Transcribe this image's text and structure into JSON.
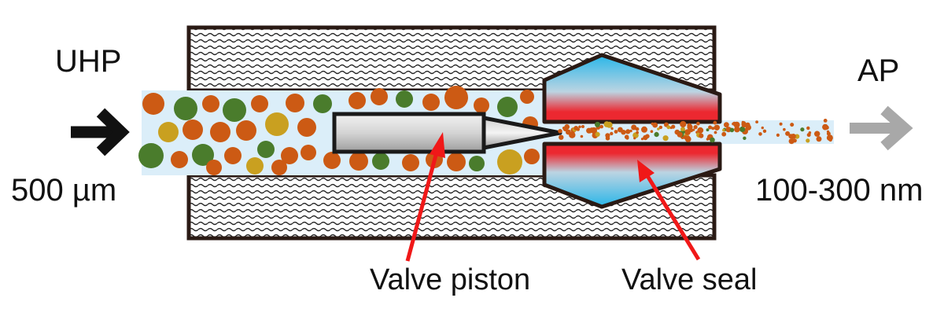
{
  "labels": {
    "inlet_pressure": "UHP",
    "outlet_pressure": "AP",
    "inlet_size": "500 µm",
    "outlet_size": "100-300 nm",
    "piston": "Valve piston",
    "seal": "Valve seal"
  },
  "colors": {
    "particle_orange": "#cc5a14",
    "particle_green": "#4a7c2c",
    "particle_yellow": "#c9a020",
    "flow_channel": "#dbeef9",
    "seal_blue": "#29b6e8",
    "seal_red": "#ec2830",
    "pointer_arrow": "#f01818",
    "inlet_arrow": "#111111",
    "outlet_arrow": "#a8a8a8",
    "housing_outline": "#2a1a14"
  }
}
